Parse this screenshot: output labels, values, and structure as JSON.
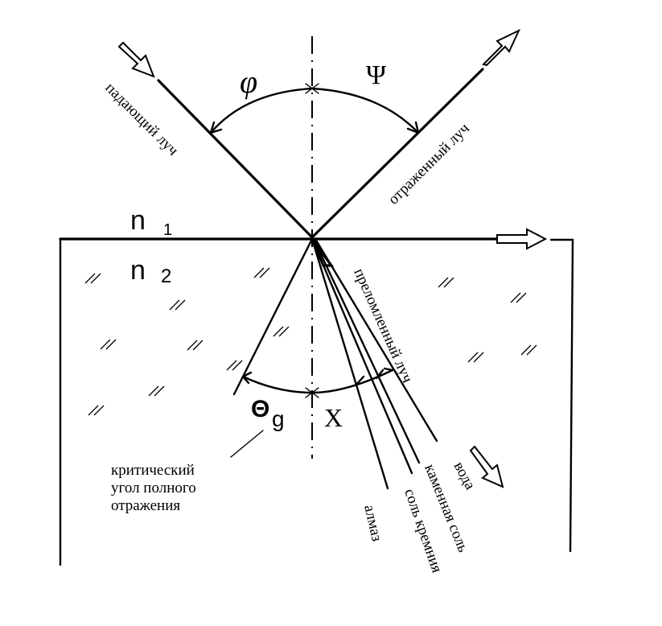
{
  "title": "Падающий, отражённый и преломлённый лучи на границе двух сред",
  "labels": {
    "incident_ray": "падающий луч",
    "reflected_ray": "отраженный луч",
    "refracted_ray": "преломленный луч",
    "medium_1": "n",
    "medium_1_sub": "1",
    "medium_2": "n",
    "medium_2_sub": "2",
    "angle_incidence": "φ",
    "angle_reflection": "Ψ",
    "angle_critical": "Θ",
    "angle_critical_sub": "g",
    "angle_refraction": "X",
    "critical_note_line1": "критический",
    "critical_note_line2": "угол полного",
    "critical_note_line3": "отражения"
  },
  "refracted_media": [
    {
      "name": "алмаз"
    },
    {
      "name": "соль кремния"
    },
    {
      "name": "каменная соль"
    },
    {
      "name": "вода"
    }
  ],
  "colors": {
    "ink": "#000000",
    "background": "#ffffff"
  }
}
